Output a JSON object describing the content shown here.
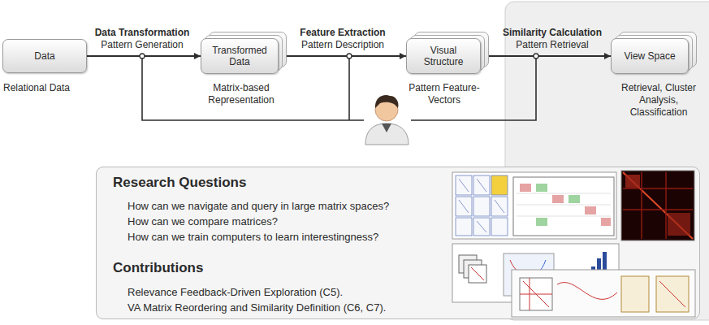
{
  "diagram": {
    "nodes": [
      {
        "text": [
          "Data",
          "Relational Data"
        ]
      },
      {
        "text": [
          "Transformed Data",
          "Matrix-based Representation"
        ]
      },
      {
        "text": [
          "Visual Structure",
          "Pattern Feature-Vectors"
        ]
      },
      {
        "text": [
          "View Space",
          "Retrieval, Cluster Analysis, Classification"
        ]
      },
      {
        "text": [
          "Research Questions",
          "How can we navigate and query in large matrix spaces?",
          "How can we compare matrices?",
          "How can we train computers to learn interestingness?",
          "Contributions",
          "Relevance Feedback-Driven Exploration (C5).",
          "VA Matrix Reordering and Similarity Definition (C6, C7)."
        ]
      }
    ],
    "edges": [
      {
        "from": 0,
        "to": 1,
        "arrow": "to",
        "label": "Data Transformation"
      },
      {
        "from": 1,
        "to": 2,
        "arrow": "to",
        "label": "Feature Extraction"
      },
      {
        "from": 2,
        "to": 3,
        "arrow": "to",
        "label": "Similarity Calculation"
      }
    ],
    "labels": [
      "Pattern Generation",
      "Pattern Description",
      "Pattern Retrieval"
    ]
  }
}
